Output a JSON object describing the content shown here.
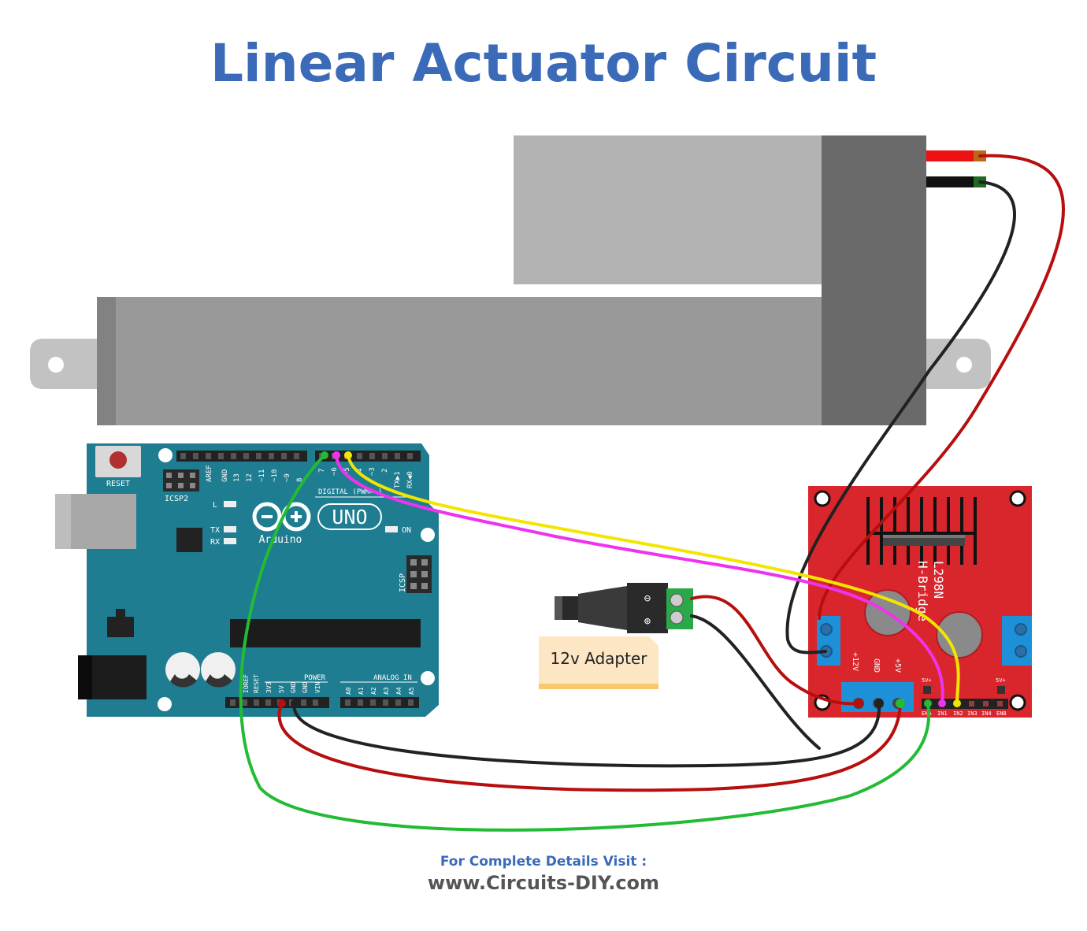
{
  "title": "Linear Actuator Circuit",
  "footer": {
    "line1": "For Complete Details Visit :",
    "line2": "www.Circuits-DIY.com"
  },
  "arduino": {
    "brand": "Arduino",
    "model": "UNO",
    "reset_label": "RESET",
    "icsp2_label": "ICSP2",
    "icsp_label": "ICSP",
    "led_l": "L",
    "led_tx": "TX",
    "led_rx": "RX",
    "led_on": "ON",
    "digital_label": "DIGITAL (PWM=~)",
    "power_label": "POWER",
    "analog_label": "ANALOG IN",
    "digital_pins": [
      "AREF",
      "GND",
      "13",
      "12",
      "~11",
      "~10",
      "~9",
      "8",
      "7",
      "~6",
      "~5",
      "4",
      "~3",
      "2",
      "TX▶1",
      "RX◀0"
    ],
    "power_pins": [
      "IOREF",
      "RESET",
      "3V3",
      "5V",
      "GND",
      "GND",
      "VIN"
    ],
    "analog_pins": [
      "A0",
      "A1",
      "A2",
      "A3",
      "A4",
      "A5"
    ]
  },
  "driver": {
    "chip": "L298N",
    "name": "H-Bridge",
    "terminal_labels": [
      "+12V",
      "GND",
      "+5V"
    ],
    "jumper_labels": [
      "5V+",
      "5V+"
    ],
    "pin_labels": [
      "ENA",
      "IN1",
      "IN2",
      "IN3",
      "IN4",
      "ENB"
    ]
  },
  "adapter": {
    "label": "12v Adapter",
    "minus_symbol": "⊖",
    "plus_symbol": "⊕"
  },
  "colors": {
    "title": "#3a6ab8",
    "arduino_board": "#1e7d91",
    "driver_board": "#d9262c",
    "actuator_body": "#999999",
    "actuator_motor": "#b3b3b3",
    "wire_red": "#cc1111",
    "wire_black": "#222222",
    "wire_green": "#22bb33",
    "wire_yellow": "#f2e500",
    "wire_magenta": "#ee33ee"
  }
}
